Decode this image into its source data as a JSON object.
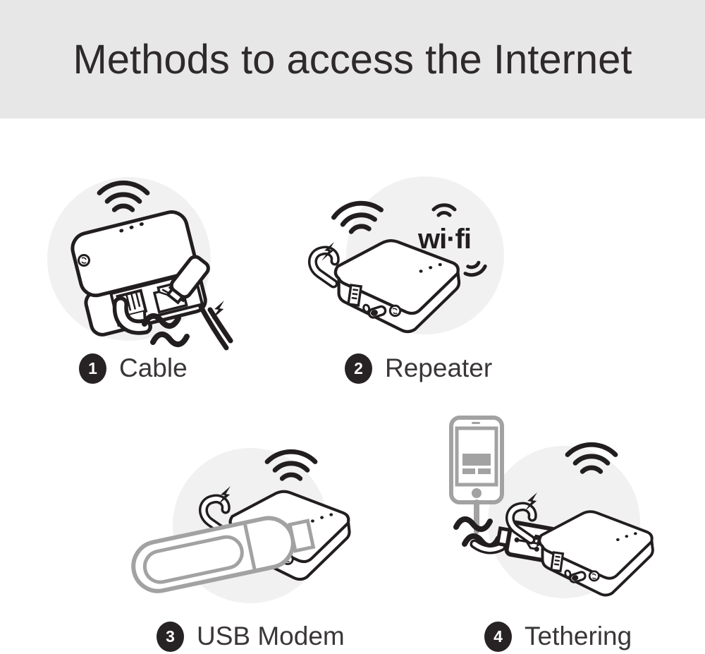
{
  "title": "Methods to access the Internet",
  "figures": [
    {
      "number": "1",
      "label": "Cable"
    },
    {
      "number": "2",
      "label": "Repeater"
    },
    {
      "number": "3",
      "label": "USB Modem"
    },
    {
      "number": "4",
      "label": "Tethering"
    }
  ],
  "wifi_logo_text": "wi·fi",
  "colors": {
    "banner_bg": "#e8e7e7",
    "page_bg": "#ffffff",
    "line_ink": "#221e1f",
    "title_text": "#2e2a2b",
    "label_text": "#3a3637",
    "badge_bg": "#272223",
    "badge_text": "#ffffff",
    "spot_circle_bg": "#f2f1f1",
    "gray_art": "#a2a2a2"
  }
}
